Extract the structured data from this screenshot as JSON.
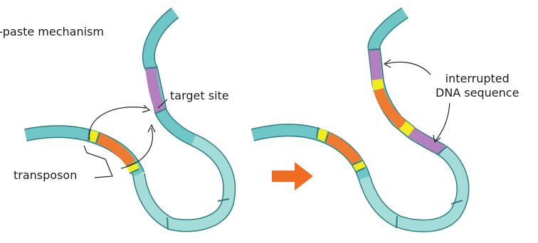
{
  "title": "-paste mechanism",
  "labels": {
    "target_site": "target site",
    "transposon": "transposon",
    "interrupted_line1": "interrupted",
    "interrupted_line2": "DNA sequence"
  },
  "colors": {
    "dna_outline": "#2e7f80",
    "dna_front": "#6ec7c6",
    "dna_back": "#a4dcd9",
    "transposon": "#ee7b2f",
    "repeat": "#f3ec1b",
    "target": "#b47fbf",
    "arrow": "#f06c22",
    "pointer": "#222222"
  }
}
